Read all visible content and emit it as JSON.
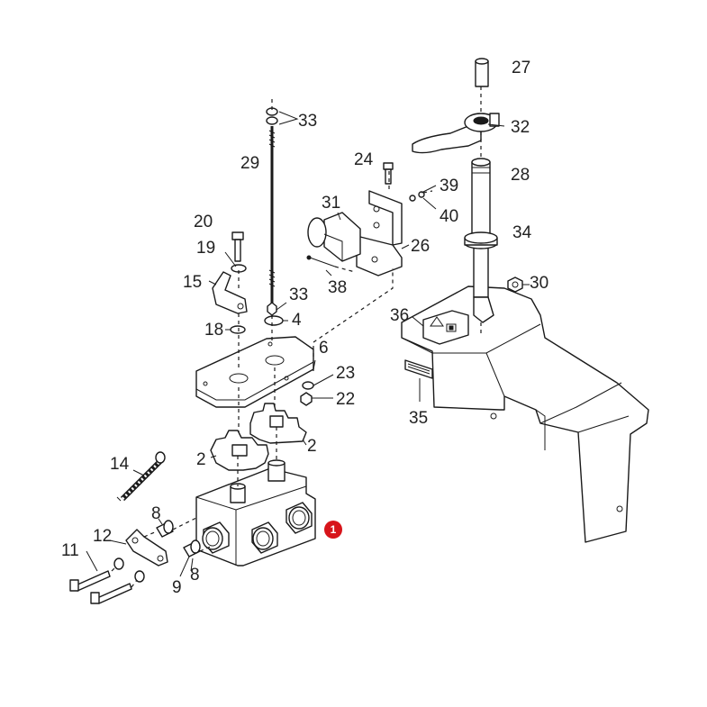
{
  "diagram": {
    "callouts": {
      "c27": "27",
      "c32": "32",
      "c28": "28",
      "c34": "34",
      "c30": "30",
      "c36": "36",
      "c35": "35",
      "c24": "24",
      "c39": "39",
      "c40": "40",
      "c31": "31",
      "c26": "26",
      "c38": "38",
      "c33a": "33",
      "c29": "29",
      "c33b": "33",
      "c4": "4",
      "c20": "20",
      "c19": "19",
      "c15": "15",
      "c18": "18",
      "c6": "6",
      "c23": "23",
      "c22": "22",
      "c2a": "2",
      "c2b": "2",
      "c14": "14",
      "c8a": "8",
      "c12": "12",
      "c11": "11",
      "c9": "9",
      "c8b": "8"
    },
    "badge": {
      "label": "1",
      "color": "#d7141a"
    },
    "colors": {
      "line": "#1a1a1a",
      "text": "#222222",
      "background": "#ffffff"
    }
  }
}
